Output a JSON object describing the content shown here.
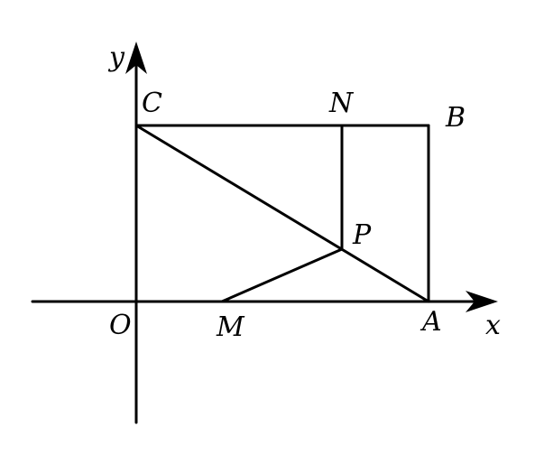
{
  "axes": {
    "x_label": "x",
    "y_label": "y"
  },
  "points": {
    "O": "O",
    "A": "A",
    "B": "B",
    "C": "C",
    "N": "N",
    "P": "P",
    "M": "M"
  },
  "colors": {
    "stroke": "#000000",
    "background": "#ffffff"
  }
}
